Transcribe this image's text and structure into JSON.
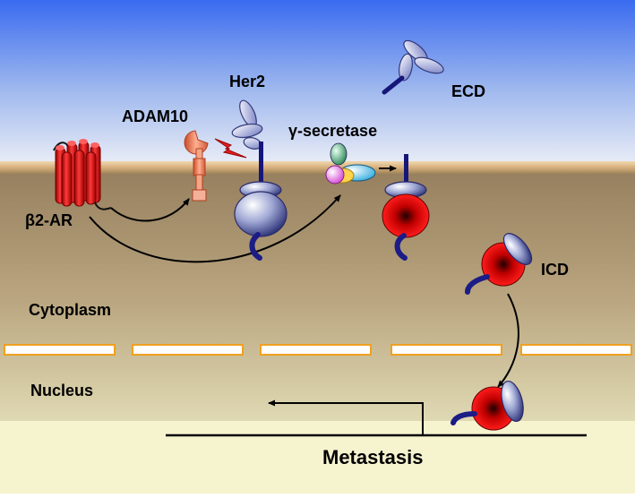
{
  "labels": {
    "her2": "Her2",
    "adam10": "ADAM10",
    "gamma_secretase": "γ-secretase",
    "ecd": "ECD",
    "beta2_ar": "β2-AR",
    "icd": "ICD",
    "cytoplasm": "Cytoplasm",
    "nucleus": "Nucleus",
    "metastasis": "Metastasis"
  },
  "colors": {
    "sky_top": "#3a6bf0",
    "sky_bottom": "#e6ecf7",
    "membrane": "#d9b88c",
    "cytoplasm_top": "#9b8564",
    "cytoplasm_bottom": "#dcd6b0",
    "nucleus": "#f5f2cc",
    "receptor_red": "#e01818",
    "icd_red": "#e21414",
    "her2_blue": "#9aa3d8",
    "dark_blue": "#1a1a80",
    "adam10_orange": "#f09070",
    "nuclear_pore_fill": "#ffffff",
    "nuclear_pore_border": "#f0a020"
  }
}
